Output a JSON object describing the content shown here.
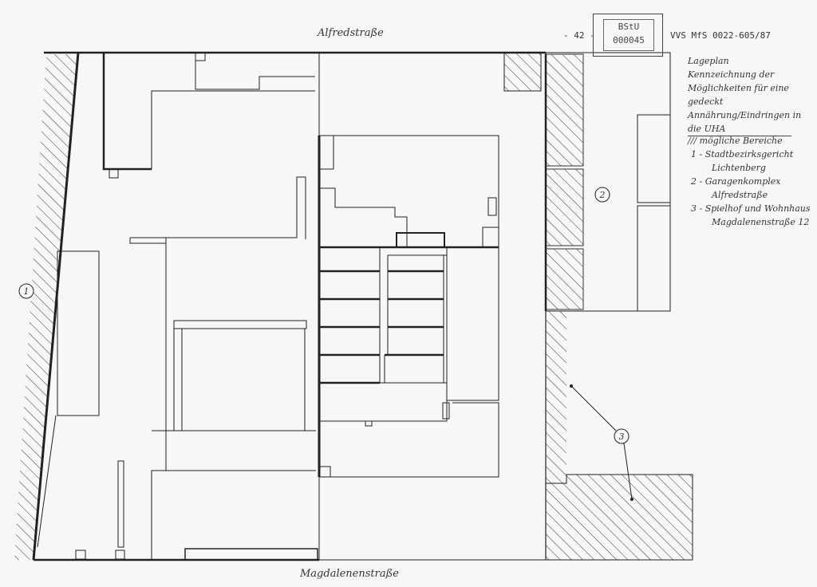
{
  "header": {
    "page_number": "- 42 -",
    "stamp_line1": "BStU",
    "stamp_line2": "000045",
    "classification": "VVS MfS 0022-605/87"
  },
  "streets": {
    "north": "Alfredstraße",
    "south": "Magdalenenstraße"
  },
  "legend": {
    "title_lines": [
      "Lageplan",
      "Kennzeichnung der",
      "Möglichkeiten für eine gedeckt",
      "Annährung/Eindringen in",
      "die UHA"
    ],
    "hatch_label": "/// mögliche Bereiche",
    "items": [
      "1 - Stadtbezirksgericht",
      "Lichtenberg",
      "2 - Garagenkomplex",
      "Alfredstraße",
      "3 - Spielhof und Wohnhaus",
      "Magdalenenstraße 12"
    ]
  },
  "markers": {
    "one": "1",
    "two": "2",
    "three": "3"
  }
}
